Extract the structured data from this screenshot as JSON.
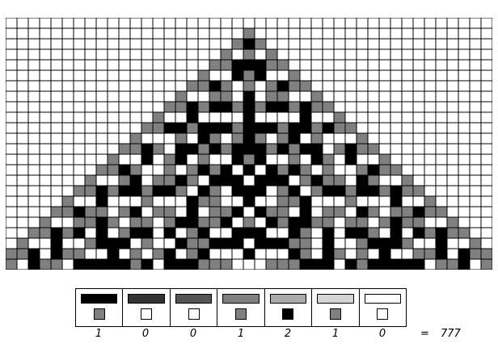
{
  "grid": {
    "columns": 43,
    "width_units": 43,
    "colors": {
      "0": "#ffffff",
      "1": "#808080",
      "2": "#000000"
    },
    "rows": [
      "0000000000000000000000000000000000000000000",
      "0000000000000000000001000000000000000000000",
      "0000000000000000000012100000000000000000000",
      "0000000000000000000101010000000000000000000",
      "0000000000000000001122211000000000000000000",
      "0000000000000000010021200100000000000000000",
      "0000000000000000112101012110000000000000000",
      "0000000000000001001102011001000000000000000",
      "0000000000000011212212122121100000000000000",
      "0000000000000100200002000020010000000000000",
      "0000000000001122122212221221211000000000000",
      "0000000000010001021012101201000100000000000",
      "0000000000112102212122212122012110000000000",
      "0000000001002012010021200102102001000000000",
      "0000000011210010121202021210100121100000000",
      "0000000100120112102220222012110210010000000",
      "0000001121221221021022201201221221211000000",
      "0000010020001000211002001120001000200100000",
      "0000112110120110201120211020110210112110000",
      "0001001121011012211201021221101101211001000",
      "0011212020122020120022200210202210202121100",
      "0100200122201002112220222110200122210020010",
      "1120211002010120120002000210210102001120211",
      "1021102222212022211100011122202122222011201"
    ]
  },
  "legend": {
    "swatch_colors": [
      "#000000",
      "#333333",
      "#555555",
      "#808080",
      "#aaaaaa",
      "#d4d4d4",
      "#ffffff"
    ],
    "result_colors": [
      "#808080",
      "#ffffff",
      "#ffffff",
      "#808080",
      "#000000",
      "#808080",
      "#ffffff"
    ],
    "digits": [
      "1",
      "0",
      "0",
      "1",
      "2",
      "1",
      "0"
    ],
    "equals": "=",
    "code": "777"
  }
}
